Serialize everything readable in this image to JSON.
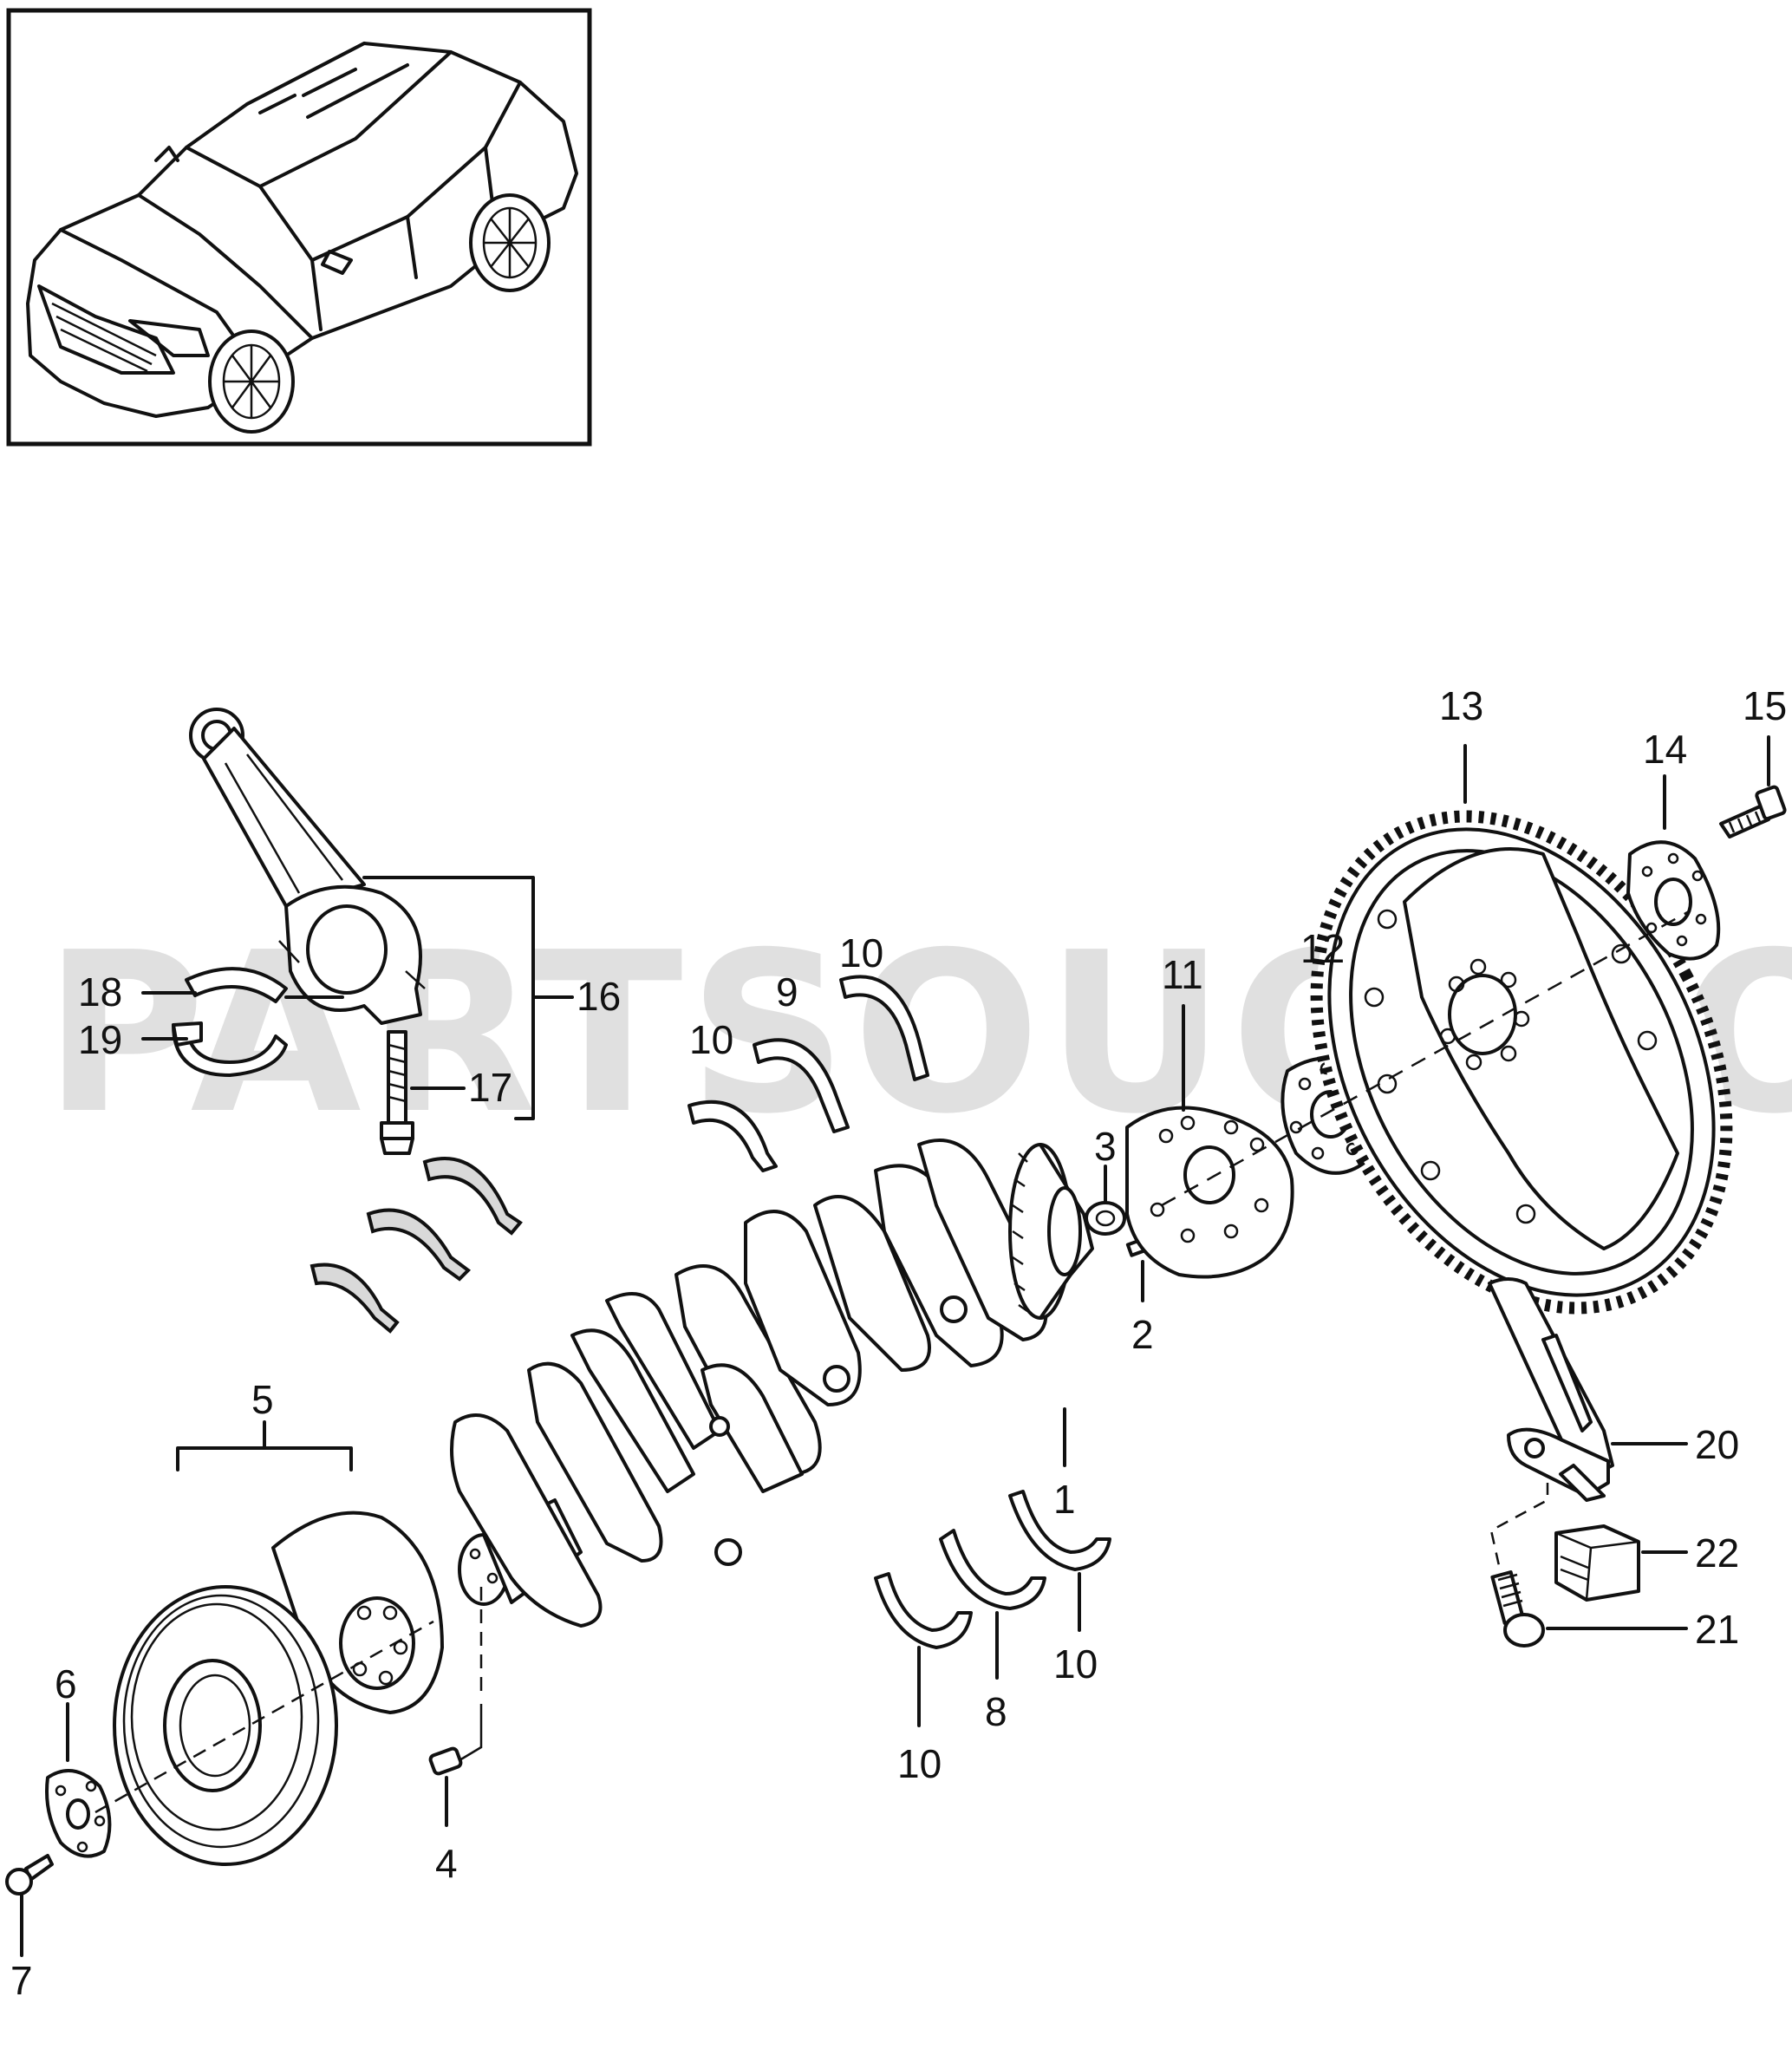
{
  "watermark": {
    "text": "PARTSOUQ.COM"
  },
  "callouts": [
    {
      "id": "c1",
      "text": "1"
    },
    {
      "id": "c2",
      "text": "2"
    },
    {
      "id": "c3",
      "text": "3"
    },
    {
      "id": "c4",
      "text": "4"
    },
    {
      "id": "c5",
      "text": "5"
    },
    {
      "id": "c6",
      "text": "6"
    },
    {
      "id": "c7",
      "text": "7"
    },
    {
      "id": "c8",
      "text": "8"
    },
    {
      "id": "c9",
      "text": "9"
    },
    {
      "id": "c10a",
      "text": "10"
    },
    {
      "id": "c10b",
      "text": "10"
    },
    {
      "id": "c10c",
      "text": "10"
    },
    {
      "id": "c10d",
      "text": "10"
    },
    {
      "id": "c11",
      "text": "11"
    },
    {
      "id": "c12",
      "text": "12"
    },
    {
      "id": "c13",
      "text": "13"
    },
    {
      "id": "c14",
      "text": "14"
    },
    {
      "id": "c15",
      "text": "15"
    },
    {
      "id": "c16",
      "text": "16"
    },
    {
      "id": "c17",
      "text": "17"
    },
    {
      "id": "c18",
      "text": "18"
    },
    {
      "id": "c19",
      "text": "19"
    },
    {
      "id": "c20",
      "text": "20"
    },
    {
      "id": "c21",
      "text": "21"
    },
    {
      "id": "c22",
      "text": "22"
    }
  ]
}
